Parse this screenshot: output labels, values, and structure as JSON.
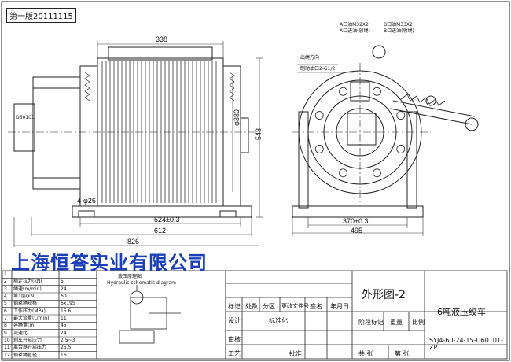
{
  "header": {
    "version": "第一版20111115"
  },
  "dimensions": {
    "top_width": "338",
    "bottom_524": "524±0.3",
    "bottom_612": "612",
    "bottom_826": "826",
    "holes": "4-φ26",
    "drum_dia": "φ380",
    "height": "548",
    "side_370": "370±0.3",
    "side_495": "495",
    "motor_label": "D60101"
  },
  "ports": {
    "a_line1": "A口油M32X2",
    "a_line2": "A口进油(放绳)",
    "b_line1": "B口油M33X2",
    "b_line2": "B口进油(收绳)",
    "direction": "出绳方向",
    "brake": "制动油口2-G1/2"
  },
  "company": "上海恒答实业有限公司",
  "hydraulic": {
    "title_cn": "液压原理图",
    "title_en": "Hydraulic schematic diagram"
  },
  "params": {
    "rows": [
      {
        "no": "1",
        "name": "",
        "value": ""
      },
      {
        "no": "2",
        "name": "额定拉力(kN)",
        "value": "5"
      },
      {
        "no": "3",
        "name": "绳速(m/min)",
        "value": "24"
      },
      {
        "no": "4",
        "name": "第1层(kN)",
        "value": "60"
      },
      {
        "no": "5",
        "name": "钢丝绳规格",
        "value": "6x19S"
      },
      {
        "no": "6",
        "name": "工作压力(MPa)",
        "value": "15.6"
      },
      {
        "no": "7",
        "name": "最大流量(L/min)",
        "value": "11"
      },
      {
        "no": "8",
        "name": "容绳量(m)",
        "value": "45"
      },
      {
        "no": "9",
        "name": "减速比",
        "value": "24"
      },
      {
        "no": "10",
        "name": "刹车开启压力",
        "value": "2.5~3"
      },
      {
        "no": "11",
        "name": "离合器开启压力",
        "value": "25.5"
      },
      {
        "no": "12",
        "name": "钢丝绳直径",
        "value": "16"
      }
    ]
  },
  "title_block": {
    "drawing_name": "外形图-2",
    "product": "6吨液压绞车",
    "drawing_no": "SYJ4-60-24-15-D60101-ZP",
    "hdr_mark": "标记",
    "hdr_count": "处数",
    "hdr_zone": "分区",
    "hdr_docno": "更改文件号",
    "hdr_sign": "签名",
    "hdr_date": "年月日",
    "lbl_design": "设计",
    "lbl_std": "标准化",
    "lbl_review": "审核",
    "lbl_craft": "工艺",
    "lbl_approve": "批准",
    "lbl_stage": "阶段标记",
    "lbl_weight": "重量",
    "lbl_scale": "比例",
    "lbl_total": "共 张",
    "lbl_sheet": "第 张"
  }
}
